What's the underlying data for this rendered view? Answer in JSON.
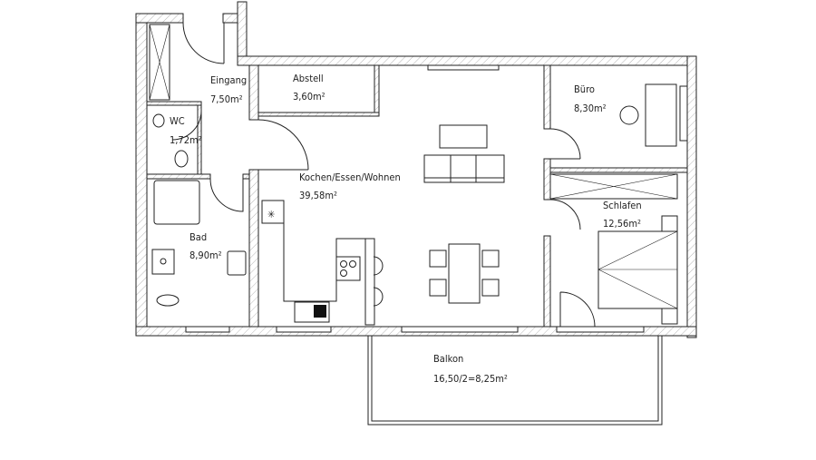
{
  "plan": {
    "rooms": [
      {
        "id": "eingang",
        "name": "Eingang",
        "area": "7,50m²"
      },
      {
        "id": "wc",
        "name": "WC",
        "area": "1,72m²"
      },
      {
        "id": "abstell",
        "name": "Abstell",
        "area": "3,60m²"
      },
      {
        "id": "kochen",
        "name": "Kochen/Essen/Wohnen",
        "area": "39,58m²"
      },
      {
        "id": "buero",
        "name": "Büro",
        "area": "8,30m²"
      },
      {
        "id": "schlafen",
        "name": "Schlafen",
        "area": "12,56m²"
      },
      {
        "id": "bad",
        "name": "Bad",
        "area": "8,90m²"
      },
      {
        "id": "balkon",
        "name": "Balkon",
        "area": "16,50/2=8,25m²"
      }
    ],
    "colors": {
      "line": "#222222",
      "background": "#ffffff"
    }
  }
}
